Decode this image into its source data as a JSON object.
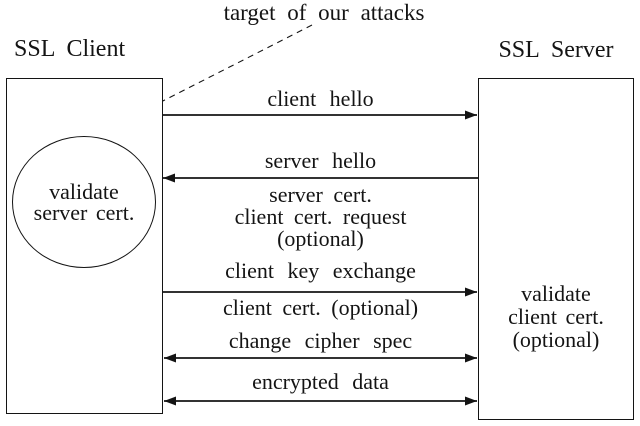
{
  "figure": {
    "background_color": "#ffffff",
    "ink_color": "#141414",
    "description": "SSL handshake protocol diagram"
  },
  "annotation": {
    "label": "target of our attacks"
  },
  "client": {
    "title": "SSL Client",
    "circle": {
      "line1": "validate",
      "line2": "server cert."
    }
  },
  "server": {
    "title": "SSL Server",
    "note": {
      "line1": "validate",
      "line2": "client cert.",
      "line3": "(optional)"
    }
  },
  "messages": [
    {
      "label": "client hello",
      "direction": "client-to-server"
    },
    {
      "label": "server hello",
      "direction": "server-to-client",
      "sub": [
        "server cert.",
        "client cert. request",
        "(optional)"
      ]
    },
    {
      "label": "client key exchange",
      "direction": "client-to-server",
      "sub": [
        "client cert. (optional)"
      ]
    },
    {
      "label": "change cipher spec",
      "direction": "bidirectional"
    },
    {
      "label": "encrypted data",
      "direction": "bidirectional"
    }
  ]
}
